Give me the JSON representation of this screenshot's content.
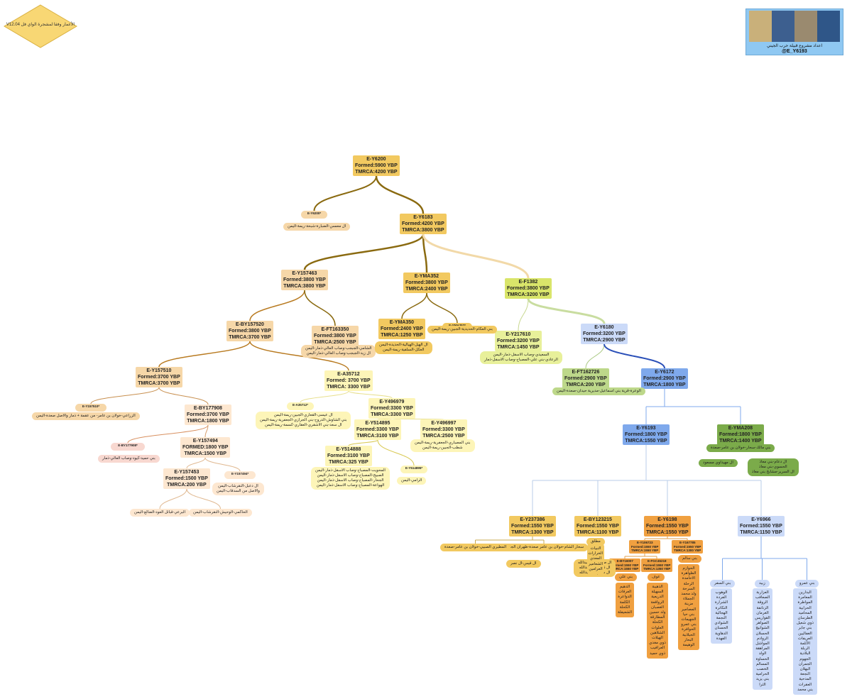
{
  "header": {
    "version_note": "الأعمار وفقا لمشجرة الواي فل V12.04",
    "banner_line1": "اعداد مشروع قبيلة حرب الجيني",
    "banner_line2": "@E_Y6193"
  },
  "colors": {
    "gold": "#f2c960",
    "orange": "#f0a040",
    "lightorange": "#f6d7a8",
    "peach": "#fde7d0",
    "pink": "#f8d8d0",
    "paleyellow": "#fdf5b8",
    "lime": "#d9e56a",
    "lightlime": "#e8f09a",
    "green": "#7bab4a",
    "palegreen": "#bdd88a",
    "blue": "#7fa9ec",
    "lightblue": "#cbdaf8",
    "brownline": "#8a6a10",
    "blueline": "#2a4fb8"
  },
  "nodes": [
    {
      "id": "n1",
      "name": "node-e-y6200",
      "lines": [
        "E-Y6200",
        "Formed:5900 YBP",
        "TMRCA:4200 YBP"
      ]
    },
    {
      "id": "n2",
      "name": "node-e-y6200-star",
      "lines": [
        "E-Y6200*"
      ]
    },
    {
      "id": "n3",
      "name": "node-e-y6183",
      "lines": [
        "E-Y6183",
        "Formed:4200 YBP",
        "TMRCA:3800 YBP"
      ]
    },
    {
      "id": "n4",
      "name": "node-e-y157463",
      "lines": [
        "E-Y157463",
        "Formed:3800 YBP",
        "TMRCA:3800 YBP"
      ]
    },
    {
      "id": "n5",
      "name": "node-e-yma352",
      "lines": [
        "E-YMA352",
        "Formed:3800 YBP",
        "TMRCA:2400 YBP"
      ]
    },
    {
      "id": "n6",
      "name": "node-e-f1382",
      "lines": [
        "E-F1382",
        "Formed:3800 YBP",
        "TMRCA:3200 YBP"
      ]
    },
    {
      "id": "n7",
      "name": "node-e-by157520",
      "lines": [
        "E-BY157520",
        "Formed:3800 YBP",
        "TMRCA:3700 YBP"
      ]
    },
    {
      "id": "n8",
      "name": "node-e-ft163350",
      "lines": [
        "E-FT163350",
        "Formed:3800 YBP",
        "TMRCA:2500 YBP"
      ]
    },
    {
      "id": "n9",
      "name": "node-e-yma350",
      "lines": [
        "E-YMA350",
        "Formed:2400 YBP",
        "TMRCA:1250 YBP"
      ]
    },
    {
      "id": "n10",
      "name": "node-e-yma352-star",
      "lines": [
        "E-YMA352*"
      ]
    },
    {
      "id": "n11",
      "name": "node-e-y217610",
      "lines": [
        "E-Y217610",
        "Formed:3200 YBP",
        "TMRCA:1450 YBP"
      ]
    },
    {
      "id": "n12",
      "name": "node-e-y6180",
      "lines": [
        "E-Y6180",
        "Formed:3200 YBP",
        "TMRCA:2900 YBP"
      ]
    },
    {
      "id": "n13",
      "name": "node-e-y157510",
      "lines": [
        "E-Y157510",
        "Formed:3700 YBP",
        "TMRCA:3700 YBP"
      ]
    },
    {
      "id": "n14",
      "name": "node-e-a35712",
      "lines": [
        "E-A35712",
        "Formed: 3700 YBP",
        "TMRCA: 3300 YBP"
      ]
    },
    {
      "id": "n15",
      "name": "node-e-ft162726",
      "lines": [
        "E-FT162726",
        "Formed:2900 YBP",
        "TMRCA:200 YBP"
      ]
    },
    {
      "id": "n16",
      "name": "node-e-y6172",
      "lines": [
        "E-Y6172",
        "Formed:2900 YBP",
        "TMRCA:1800 YBP"
      ]
    },
    {
      "id": "n17",
      "name": "node-e-y157510-star",
      "lines": [
        "E-Y157510*"
      ]
    },
    {
      "id": "n18",
      "name": "node-e-by177908",
      "lines": [
        "E-BY177908",
        "Formed:3700 YBP",
        "TMRCA:1800 YBP"
      ]
    },
    {
      "id": "n19",
      "name": "node-e-a35712-star",
      "lines": [
        "E-A35712*"
      ]
    },
    {
      "id": "n20",
      "name": "node-e-y496979",
      "lines": [
        "E-Y496979",
        "Formed:3300 YBP",
        "TMRCA:3300 YBP"
      ]
    },
    {
      "id": "n21",
      "name": "node-e-y514895",
      "lines": [
        "E-Y514895",
        "Formed:3300 YBP",
        "TMRCA:3100 YBP"
      ]
    },
    {
      "id": "n22",
      "name": "node-e-y496997",
      "lines": [
        "E-Y496997",
        "Formed:3300 YBP",
        "TMRCA:2500 YBP"
      ]
    },
    {
      "id": "n23",
      "name": "node-e-by177908-star",
      "lines": [
        "E-BY177908*"
      ]
    },
    {
      "id": "n24",
      "name": "node-e-y157494",
      "lines": [
        "E-Y157494",
        "FORMED:1800 YBP",
        "TMRCA:1500 YBP"
      ]
    },
    {
      "id": "n25",
      "name": "node-e-y514888",
      "lines": [
        "E-Y514888",
        "Formed:3100 YBP",
        "TMRCA:325 YBP"
      ]
    },
    {
      "id": "n26",
      "name": "node-e-y514895-star",
      "lines": [
        "E-Y514895*"
      ]
    },
    {
      "id": "n27",
      "name": "node-e-y157453",
      "lines": [
        "E-Y157453",
        "Formed:1500 YBP",
        "TMRCA:200 YBP"
      ]
    },
    {
      "id": "n28",
      "name": "node-e-y157494-star",
      "lines": [
        "E-Y157494*"
      ]
    },
    {
      "id": "n29",
      "name": "node-e-y6193",
      "lines": [
        "E-Y6193",
        "Formed:1800 YBP",
        "TMRCA:1550 YBP"
      ]
    },
    {
      "id": "n30",
      "name": "node-e-yma208",
      "lines": [
        "E-YMA208",
        "Formed:1800 YBP",
        "TMRCA:1400 YBP"
      ]
    },
    {
      "id": "n31",
      "name": "node-e-y237386",
      "lines": [
        "E-Y237386",
        "Formed:1550 YBP",
        "TMRCA:1300 YBP"
      ]
    },
    {
      "id": "n32",
      "name": "node-e-by123215",
      "lines": [
        "E-BY123215",
        "Formed:1550 YBP",
        "TMRCA:1100 YBP"
      ]
    },
    {
      "id": "n33",
      "name": "node-e-y6198",
      "lines": [
        "E-Y6198",
        "Formed:1550 YBP",
        "TMRCA:1550 YBP"
      ]
    },
    {
      "id": "n34",
      "name": "node-e-y6966",
      "lines": [
        "E-Y6966",
        "Formed:1550 YBP",
        "TMRCA:1150 YBP"
      ]
    },
    {
      "id": "n35",
      "name": "node-e-y106723",
      "lines": [
        "E-Y106723",
        "Formed:1550 YBP",
        "TMRCA:1550 YBP"
      ]
    },
    {
      "id": "n36",
      "name": "node-e-y167785",
      "lines": [
        "E-Y167785",
        "Formed:1550 YBP",
        "TMRCA:1300 YBP"
      ]
    },
    {
      "id": "n37",
      "name": "node-e-by16007",
      "lines": [
        "E-BY16007",
        "Formed:1550 YBP",
        "TMRCA:1550 YBP"
      ]
    },
    {
      "id": "n38",
      "name": "node-e-fgc45218",
      "lines": [
        "E-FGC45218",
        "Formed:1550 YBP",
        "TMRCA:1350 YBP"
      ]
    }
  ],
  "labels": [
    {
      "id": "t1",
      "name": "label-y6200-star",
      "lines": [
        "ال معمس-الضبارة-شبحة-ريمة-اليمن"
      ]
    },
    {
      "id": "t2",
      "name": "label-y157510-star",
      "lines": [
        "الزراعي-خولان بن عامر- من عقمة + ذمار والاصل صعدة-اليمن"
      ]
    },
    {
      "id": "t3",
      "name": "label-ft163350",
      "lines": [
        "الشامي-الجبجب-وصاب العالي-ذمار-اليمن",
        "ال زيد-الجبجب-وصاب العالي-ذمار-اليمن"
      ]
    },
    {
      "id": "t4",
      "name": "label-yma350",
      "lines": [
        "ال الهيل-الهيالية-الحديدة-اليمن",
        "العكل-السلفية-ريمة-اليمن"
      ]
    },
    {
      "id": "t5",
      "name": "label-yma352-star",
      "lines": [
        "بني العكام-الحديدية-الجبين-ريمة-اليمن"
      ]
    },
    {
      "id": "t6",
      "name": "label-y217610",
      "lines": [
        "السعيدي-وصاب الاسفل-ذمار-اليمن",
        "الرعادي-بني علي-المصباح-وصاب الاسفل-ذمار"
      ]
    },
    {
      "id": "t7",
      "name": "label-ft162726",
      "lines": [
        "الوعرة-قرية بني اسماعيل-مديرية حيدان-صعدة-اليمن"
      ]
    },
    {
      "id": "t8",
      "name": "label-by177908-star",
      "lines": [
        "بني حميد-كيود-وصاب العالي-ذمار"
      ]
    },
    {
      "id": "t9",
      "name": "label-a35712-star",
      "lines": [
        "ال عيسى-القعاري-الجبين-ريمة-اليمن",
        "بني الشاوش-الدروح-بني الجرازي-الجعفرية-ريمة-اليمن",
        "ال سعد-بني الاشقري-العقاري-كسمة-ريمة-اليمن"
      ]
    },
    {
      "id": "t10",
      "name": "label-y496997",
      "lines": [
        "بني المصباري-الجعفرية-ريمة-اليمن",
        "شطب-الجبين-ريمة-اليمن"
      ]
    },
    {
      "id": "t11",
      "name": "label-y514888",
      "lines": [
        "المحويت-المصباح-وصاب الاسفل-ذمار-اليمن",
        "الصبيح-المصباح-وصاب الاسفل-ذمار-اليمن",
        "الجحار-المصباح-وصاب الاسفل-ذمار-اليمن",
        "الهواعة-المصباح-وصاب الاسفل-ذمار-اليمن"
      ]
    },
    {
      "id": "t12",
      "name": "label-y514895-star",
      "lines": [
        "الرامي-اليمن"
      ]
    },
    {
      "id": "t13",
      "name": "label-y157494-star",
      "lines": [
        "ال دعبل-النقرشاب-اليمن",
        "والاصل من السدقاب-اليمن"
      ]
    },
    {
      "id": "t14",
      "name": "label-y157453-a",
      "lines": [
        "البرعي-قبائل العود-الضالع-اليمن"
      ]
    },
    {
      "id": "t15",
      "name": "label-y157453-b",
      "lines": [
        "الحاكمي-الوحيش-النقرشاب-اليمن"
      ]
    },
    {
      "id": "t16",
      "name": "label-yma208",
      "lines": [
        "بني مالك-سحار-خولان بن عامر-صعدة"
      ]
    },
    {
      "id": "t17",
      "name": "label-yma208-a",
      "lines": [
        "ال مهيذاوي مسعود"
      ]
    },
    {
      "id": "t18",
      "name": "label-yma208-b",
      "lines": [
        "ال دعام-بني معاذ",
        "الحسوي-بني معاذ",
        "ال السرير-مشايخ بني معاذ"
      ]
    },
    {
      "id": "t19",
      "name": "label-y237386-a",
      "lines": [
        "سحار الشام-خولان بن عامر صعدة-ظهران الجنوب"
      ]
    },
    {
      "id": "t20",
      "name": "label-y237386-b",
      "lines": [
        "المطيري الصبيي-خولان بن عامر-صعدة"
      ]
    },
    {
      "id": "t21",
      "name": "label-y237386-c",
      "lines": [
        "ال قيس-ال نصر"
      ]
    },
    {
      "id": "t22",
      "name": "label-by123215-a",
      "lines": [
        "مطلق"
      ]
    },
    {
      "id": "t23",
      "name": "label-by123215-b",
      "lines": [
        "ال صبحان-ال عبدالله",
        "ال ذريب-ال عبدالله",
        "ال سالم-ال عبدالله"
      ]
    },
    {
      "id": "t24",
      "name": "label-fgc45218",
      "lines": [
        "عوف"
      ]
    },
    {
      "id": "t25",
      "name": "label-by16007",
      "lines": [
        "بني علي"
      ]
    },
    {
      "id": "t26",
      "name": "label-y167785",
      "lines": [
        "بني سالم"
      ]
    },
    {
      "id": "t27",
      "name": "label-bani-safar",
      "lines": [
        "بني السفر"
      ]
    },
    {
      "id": "t28",
      "name": "label-zubaid",
      "lines": [
        "زبيد"
      ]
    },
    {
      "id": "t29",
      "name": "label-bani-amr",
      "lines": [
        "بني عمرو"
      ]
    }
  ],
  "columns": [
    {
      "id": "c1",
      "name": "column-by123215",
      "lines": [
        "النبيات",
        "الخرارات",
        "المعدي",
        "الشعامير",
        "العرامين"
      ]
    },
    {
      "id": "c2",
      "name": "column-by16007",
      "lines": [
        "الدهيم",
        "العرقات",
        "الدواعرة",
        "الكلمة",
        "الكحلة",
        "الشعيفلة"
      ]
    },
    {
      "id": "c3",
      "name": "column-fgc45218",
      "lines": [
        "الذهيبة",
        "السهيلة",
        "الدريعية",
        "الروافعة",
        "الغصبان",
        "ولد حسين",
        "المطارقة",
        "الكحلة",
        "العلوات",
        "الشلاهين",
        "الهيلات",
        "ذوي مغدي",
        "العرافيب",
        "ذوي حميد"
      ]
    },
    {
      "id": "c4",
      "name": "column-y167785",
      "lines": [
        "الحوازم",
        "الظواهرة",
        "الاحامدة",
        "الرحلة",
        "السرحة",
        "ولد محمد",
        "الجملاء",
        "مزينة",
        "المصامير",
        "بني حيا",
        "الجهيمات",
        "بني عمرو",
        "الحوافرة",
        "الحبلانية",
        "البحار",
        "الوهيمة"
      ]
    },
    {
      "id": "c5",
      "name": "column-bani-safar",
      "lines": [
        "الوهوب",
        "الفردة",
        "الشرارة",
        "النكاترة",
        "الهجالية",
        "النجمة",
        "الشوادي",
        "الحسنان",
        "الدهاوية",
        "الفهدة"
      ]
    },
    {
      "id": "c6",
      "name": "column-zubaid",
      "lines": [
        "العزاربة",
        "الصعافب",
        "الروقة",
        "الزنانفة",
        "الغرمان",
        "القواريس",
        "الصواهر",
        "الشوانيج",
        "الحسلان",
        "الروادم",
        "المواشل",
        "المراهقة",
        "الولد",
        "الحساوة",
        "المسالم",
        "الخصب",
        "الحرامية",
        "بني يزيد",
        "الثرا"
      ]
    },
    {
      "id": "c7",
      "name": "column-bani-amr",
      "lines": [
        "البدارين",
        "المعامرة",
        "المواطرة",
        "الحرابية",
        "المحاميد",
        "الطرسان",
        "ذوي شعيل",
        "بني جابر",
        "الغفاليين",
        "العريفات",
        "الأثلمة",
        "الربلة",
        "البلادية",
        "الجهوم",
        "الجمران",
        "البهلان",
        "النجعة",
        "المدحية",
        "العقرات",
        "بني محمد"
      ]
    }
  ]
}
